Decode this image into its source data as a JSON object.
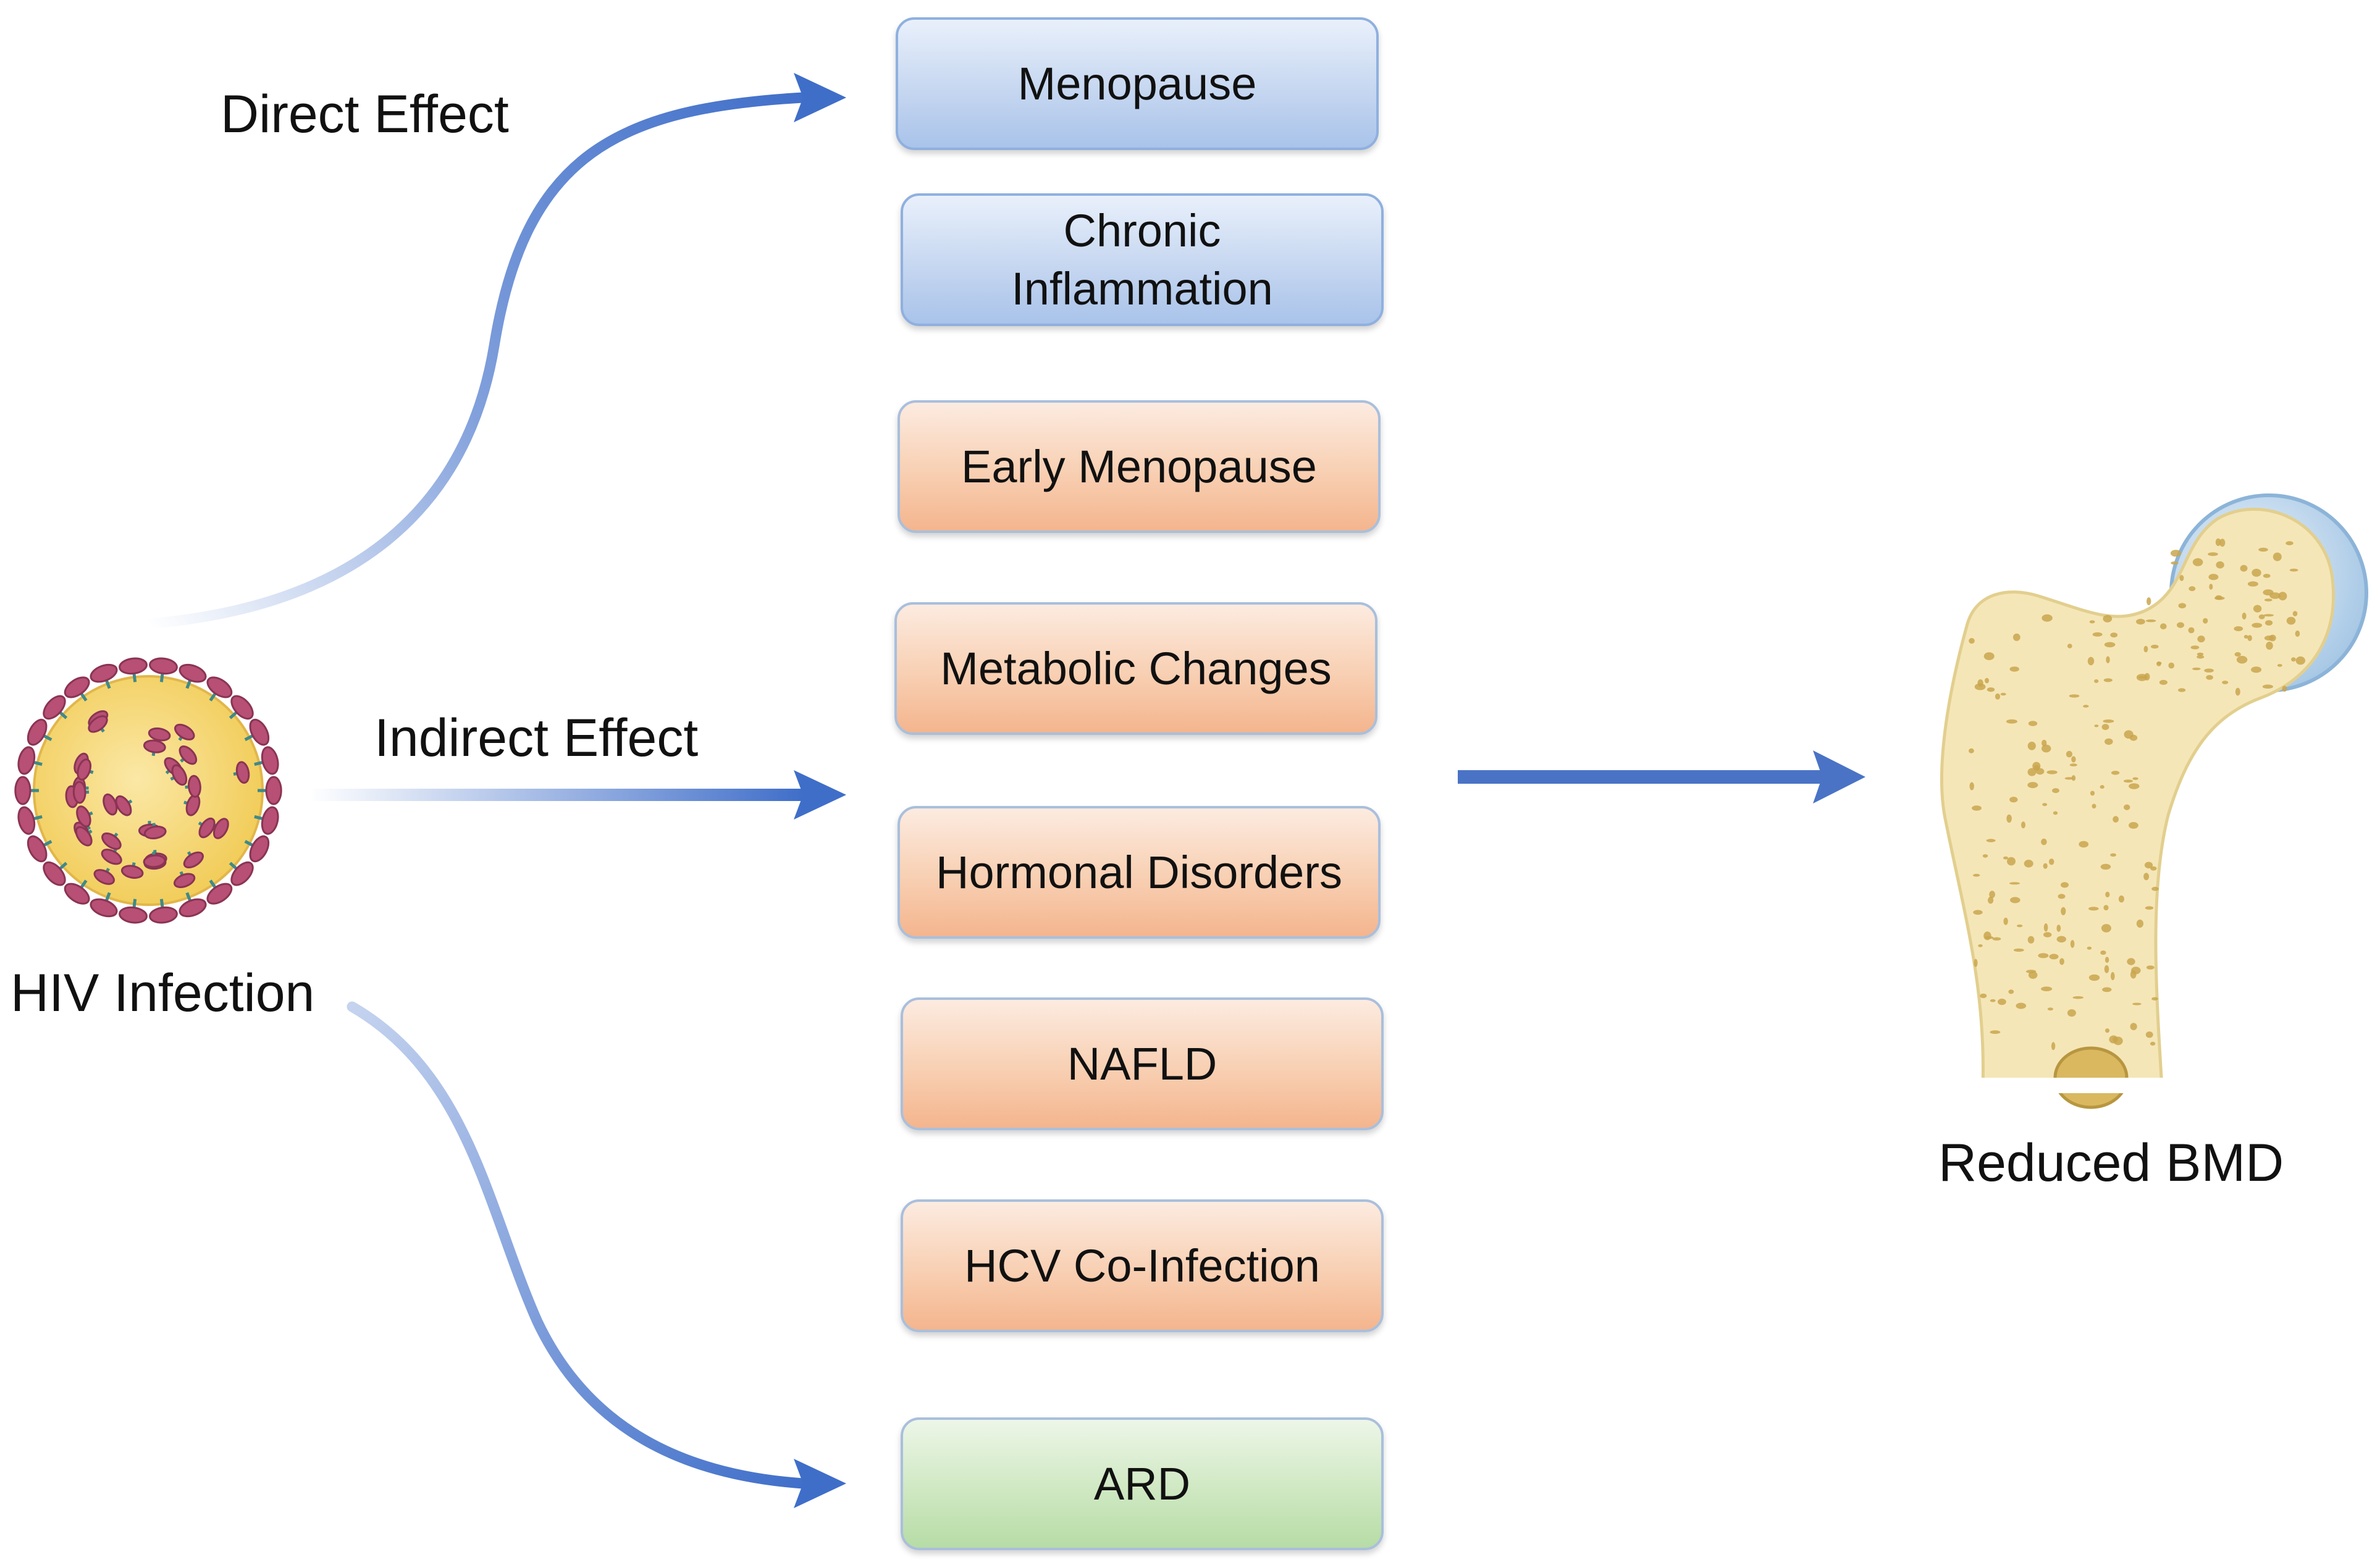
{
  "labels": {
    "direct_effect": "Direct Effect",
    "indirect_effect": "Indirect Effect",
    "hiv_infection": "HIV Infection",
    "reduced_bmd": "Reduced BMD"
  },
  "factors": [
    {
      "text": "Menopause",
      "group": "direct"
    },
    {
      "text": "Chronic Inflammation",
      "group": "direct"
    },
    {
      "text": "Early Menopause",
      "group": "indirect"
    },
    {
      "text": "Metabolic Changes",
      "group": "indirect"
    },
    {
      "text": "Hormonal Disorders",
      "group": "indirect"
    },
    {
      "text": "NAFLD",
      "group": "indirect"
    },
    {
      "text": "HCV Co-Infection",
      "group": "indirect"
    },
    {
      "text": "ARD",
      "group": "ard"
    }
  ],
  "icons": {
    "virus": "hiv-virus-icon",
    "bone": "femur-bone-icon"
  },
  "colors": {
    "arrow": "#3f6ec9",
    "direct_box": "#b9cff0",
    "indirect_box": "#f7c4a3",
    "ard_box": "#c7e3b8",
    "virus_body": "#f7d878",
    "virus_spike": "#b84f74",
    "bone": "#f5e6b8"
  }
}
